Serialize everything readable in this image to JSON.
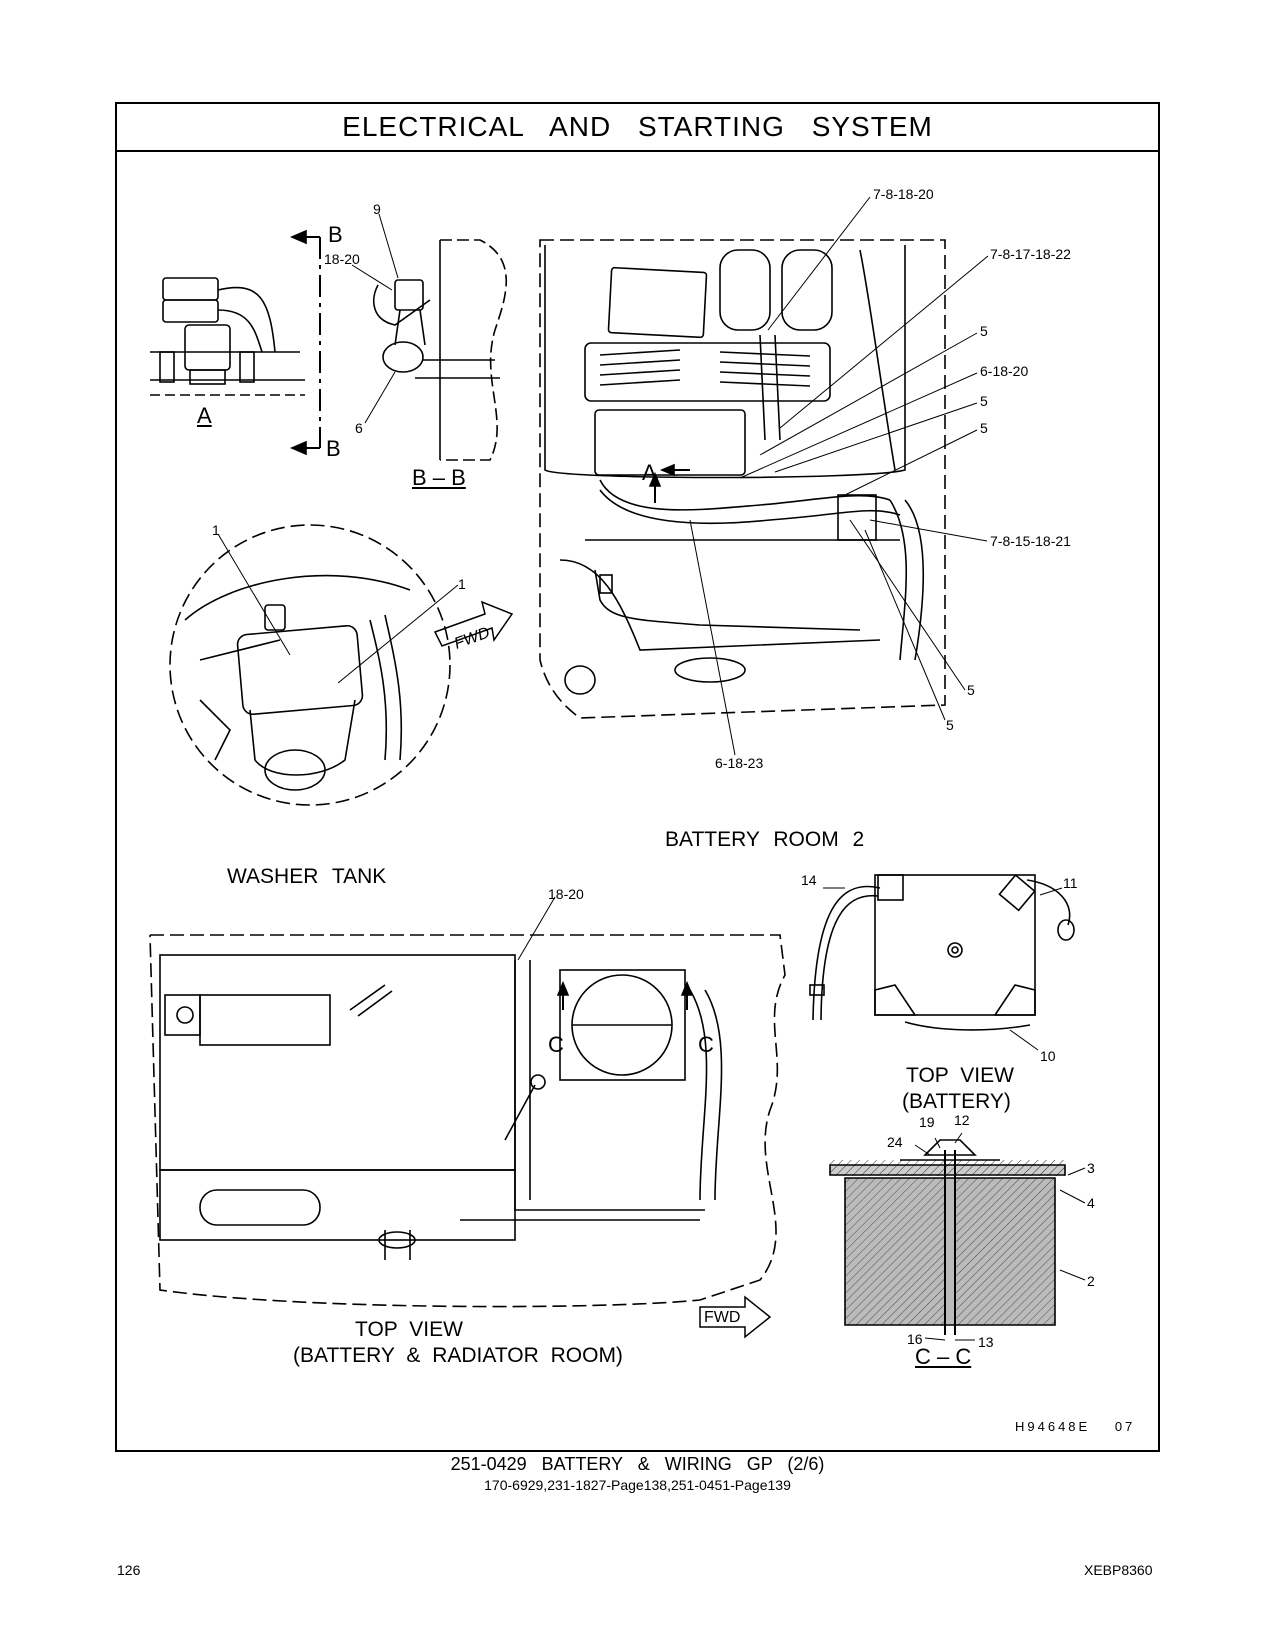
{
  "title": "ELECTRICAL AND STARTING SYSTEM",
  "views": {
    "view_a": "A",
    "section_b_top": "B",
    "section_b_bottom": "B",
    "view_bb": "B – B",
    "washer_tank": "WASHER TANK",
    "battery_room_2": "BATTERY ROOM 2",
    "top_view_battery_line1": "TOP VIEW",
    "top_view_battery_line2": "(BATTERY)",
    "top_view_room_line1": "TOP VIEW",
    "top_view_room_line2": "(BATTERY & RADIATOR ROOM)",
    "view_cc": "C – C",
    "section_c_left": "C",
    "section_c_right": "C",
    "arrow_a": "A",
    "fwd_1": "FWD",
    "fwd_2": "FWD"
  },
  "callouts": {
    "c_9": "9",
    "c_18_20_b": "18-20",
    "c_6_b": "6",
    "c_1_left": "1",
    "c_1_right": "1",
    "c_7_8_18_20": "7-8-18-20",
    "c_7_8_17_18_22": "7-8-17-18-22",
    "c_5_a": "5",
    "c_6_18_20": "6-18-20",
    "c_5_b": "5",
    "c_5_c": "5",
    "c_7_8_15_18_21": "7-8-15-18-21",
    "c_5_d": "5",
    "c_5_e": "5",
    "c_6_18_23": "6-18-23",
    "c_18_20_room": "18-20",
    "c_14": "14",
    "c_11": "11",
    "c_10": "10",
    "c_19": "19",
    "c_12": "12",
    "c_24": "24",
    "c_3": "3",
    "c_4": "4",
    "c_2": "2",
    "c_16": "16",
    "c_13": "13"
  },
  "figure_code": "H94648E 07",
  "footer": {
    "group": "251-0429 BATTERY & WIRING GP (2/6)",
    "refs": "170-6929,231-1827-Page138,251-0451-Page139"
  },
  "page_number": "126",
  "doc_code": "XEBP8360"
}
